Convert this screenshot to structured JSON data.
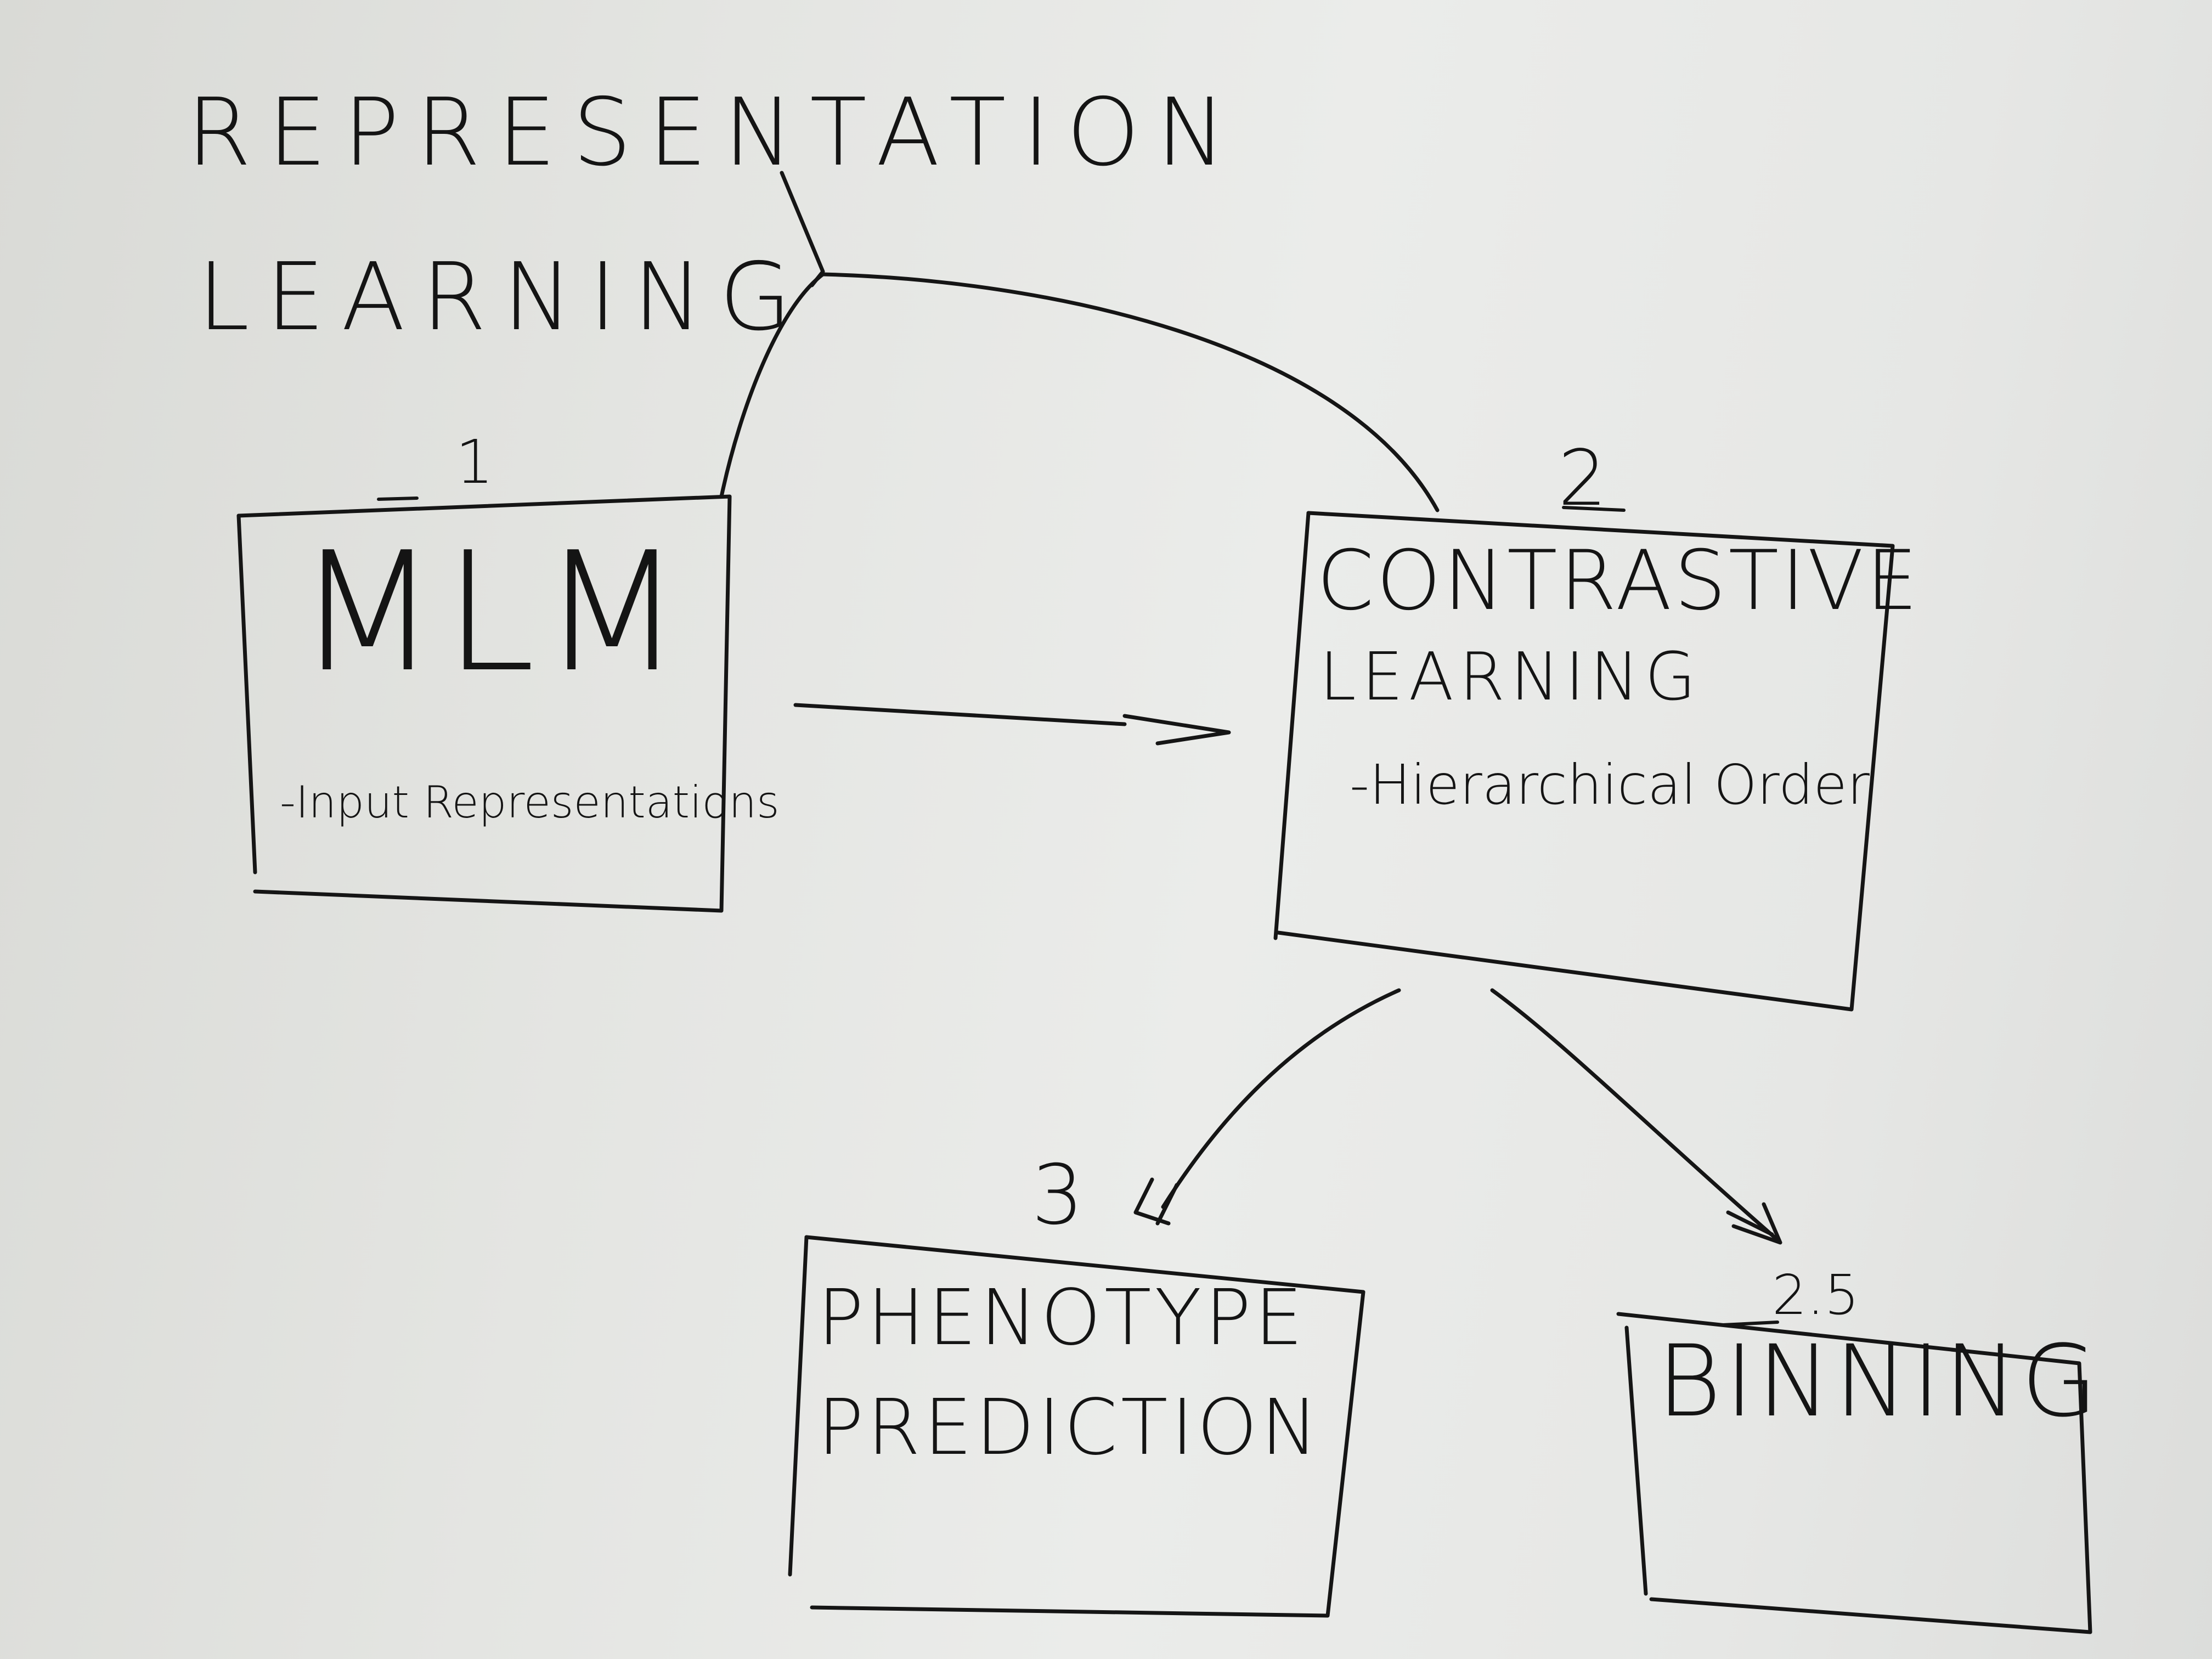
{
  "title": {
    "line1": "REPRESENTATION",
    "line2": "LEARNING"
  },
  "nodes": {
    "mlm": {
      "number": "1",
      "heading": "MLM",
      "note": "-Input Representations"
    },
    "contrastive": {
      "number": "2",
      "heading_line1": "CONTRASTIVE",
      "heading_line2": "LEARNING",
      "note": "-Hierarchical Order"
    },
    "phenotype": {
      "number": "3",
      "heading_line1": "PHENOTYPE",
      "heading_line2": "PREDICTION"
    },
    "binning": {
      "number": "2.5",
      "heading": "BINNING"
    }
  },
  "ink_color": "#151515",
  "board_color": "#e6e7e4"
}
